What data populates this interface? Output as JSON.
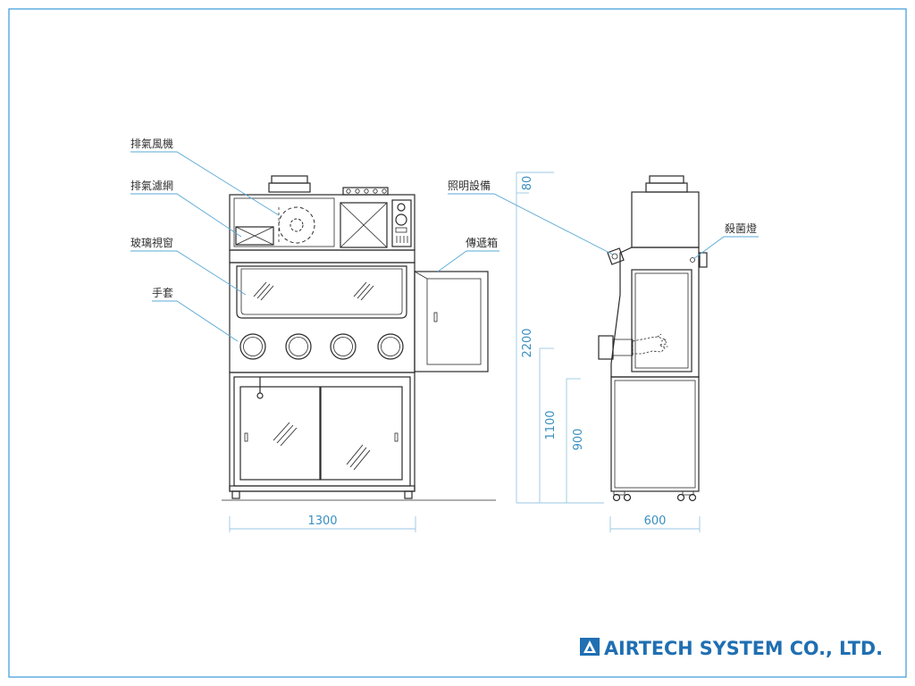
{
  "labels": {
    "exhaust_fan": "排氣風機",
    "exhaust_filter": "排氣濾網",
    "glass_window": "玻璃視窗",
    "gloves": "手套",
    "lighting": "照明設備",
    "pass_box": "傳遞箱",
    "uv_lamp": "殺菌燈"
  },
  "dimensions": {
    "front_width": "1300",
    "side_width": "600",
    "total_height": "2200",
    "top_height": "80",
    "work_height": "1100",
    "base_height": "900"
  },
  "company": {
    "name": "AIRTECH SYSTEM CO., LTD."
  },
  "colors": {
    "frame": "#3a9ad9",
    "leader": "#5aa8d6",
    "brand": "#1f6fb2",
    "drawing": "#2a2a2a"
  }
}
